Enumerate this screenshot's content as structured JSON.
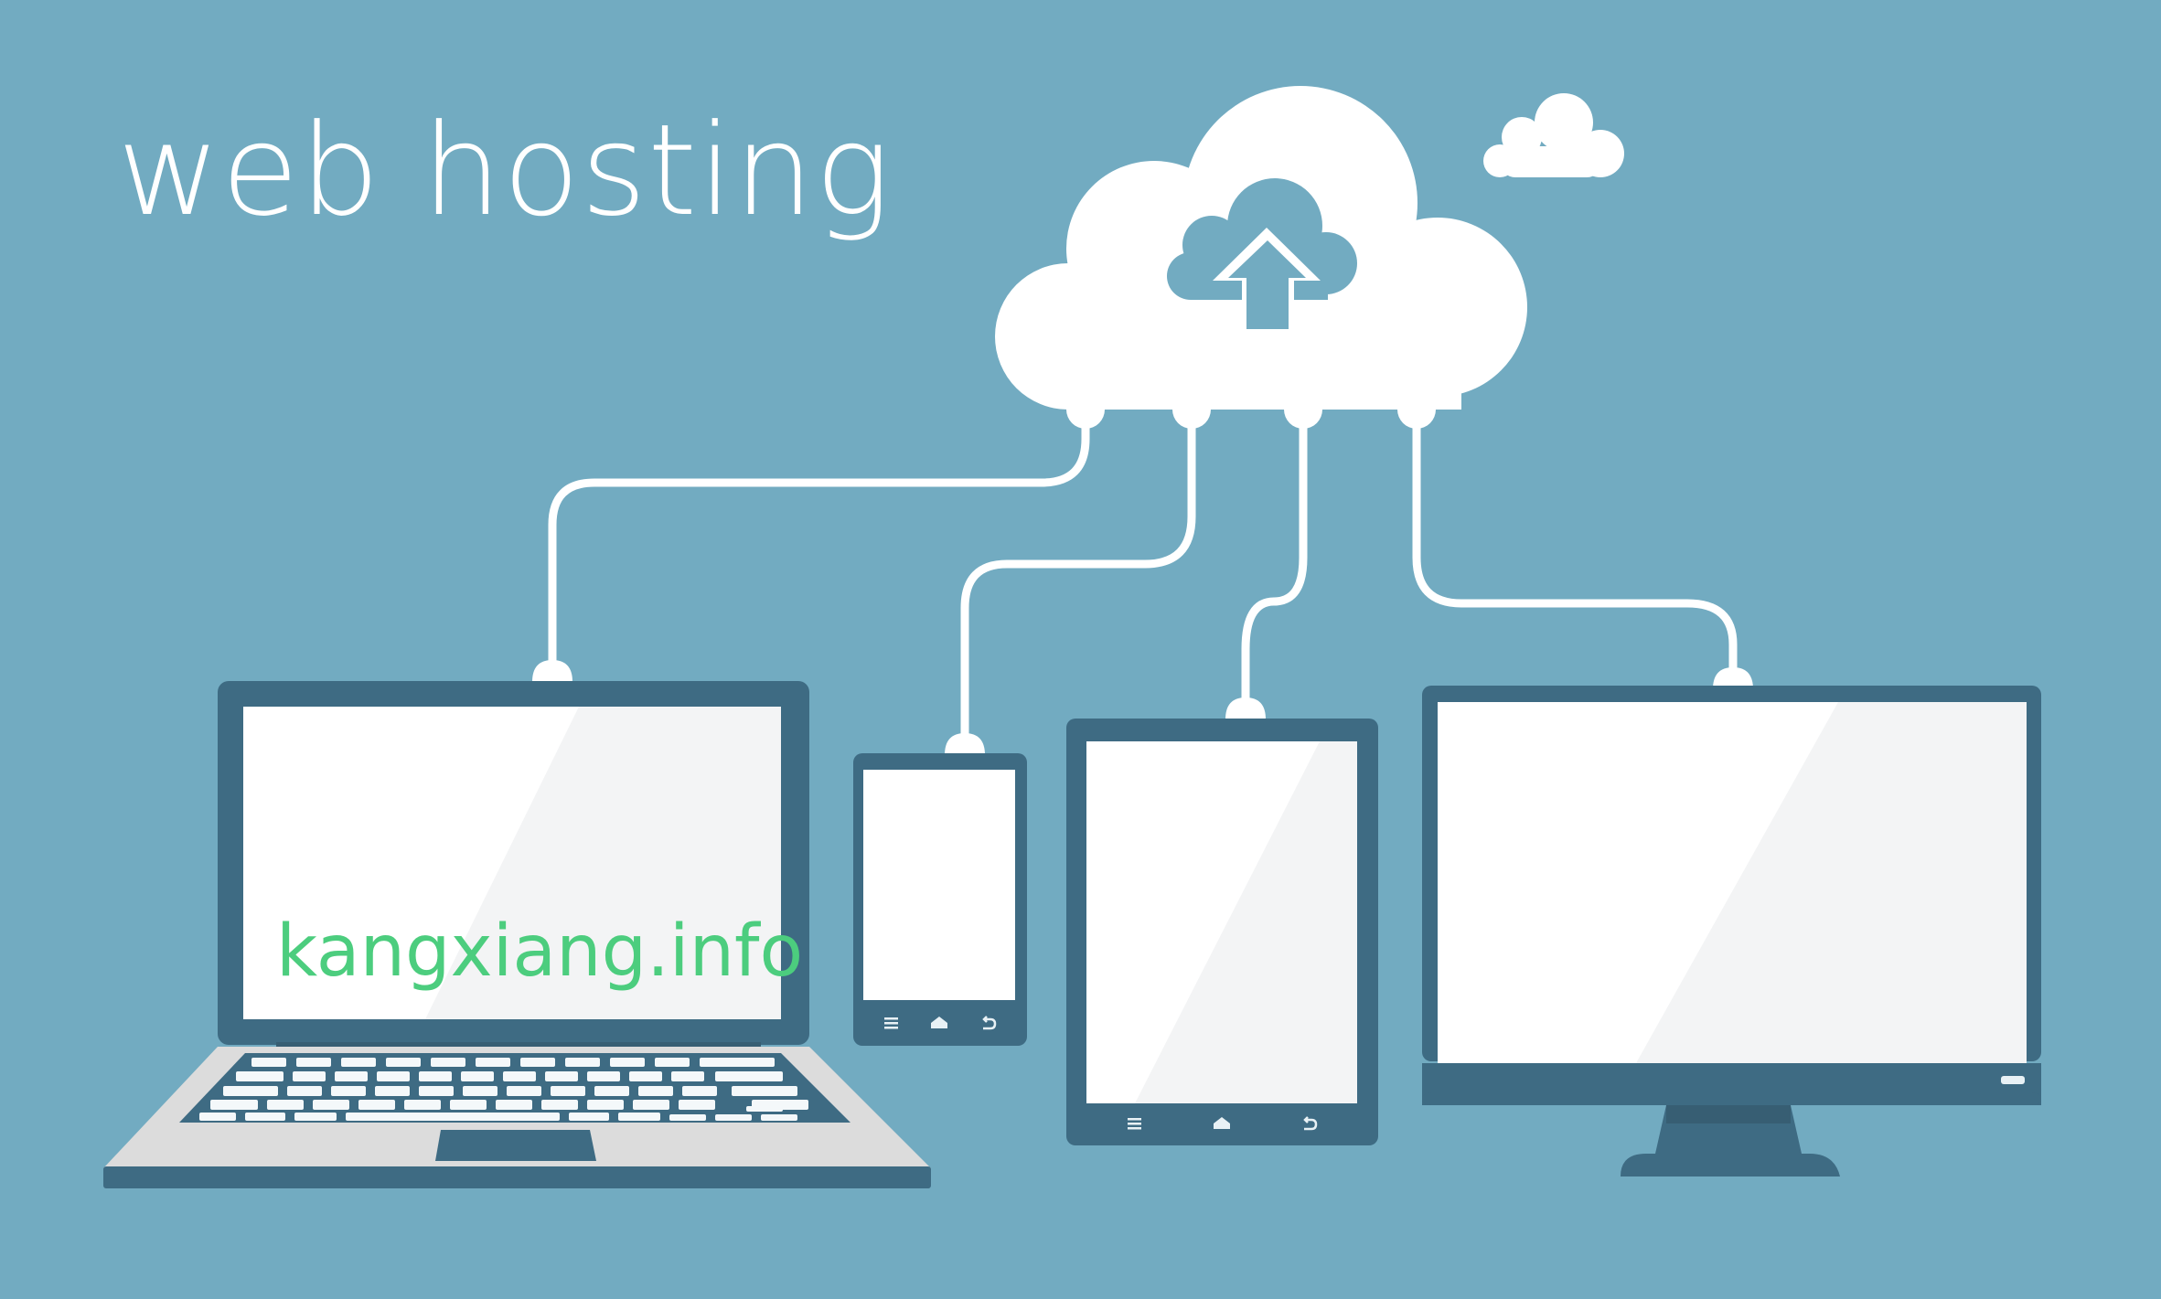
{
  "header": {
    "title": "web hosting"
  },
  "watermark": {
    "text": "kangxiang.info",
    "color": "#4ccd7e"
  },
  "colors": {
    "background": "#72abc1",
    "device_frame": "#3e6b83",
    "device_frame_dark": "#375e73",
    "screen_white": "#ffffff",
    "screen_glare": "#f3f4f5",
    "laptop_body": "#dcdcdc",
    "cloud": "#ffffff",
    "wire": "#ffffff"
  },
  "illustration": {
    "cloud": {
      "icon": "cloud-upload-icon"
    },
    "small_cloud": {
      "icon": "cloud-icon"
    },
    "devices": [
      {
        "name": "laptop",
        "icon": "laptop-icon"
      },
      {
        "name": "smartphone",
        "icon": "smartphone-icon",
        "nav_buttons": [
          "menu-icon",
          "home-icon",
          "back-icon"
        ]
      },
      {
        "name": "tablet",
        "icon": "tablet-icon",
        "nav_buttons": [
          "menu-icon",
          "home-icon",
          "back-icon"
        ]
      },
      {
        "name": "desktop-monitor",
        "icon": "monitor-icon"
      }
    ]
  }
}
